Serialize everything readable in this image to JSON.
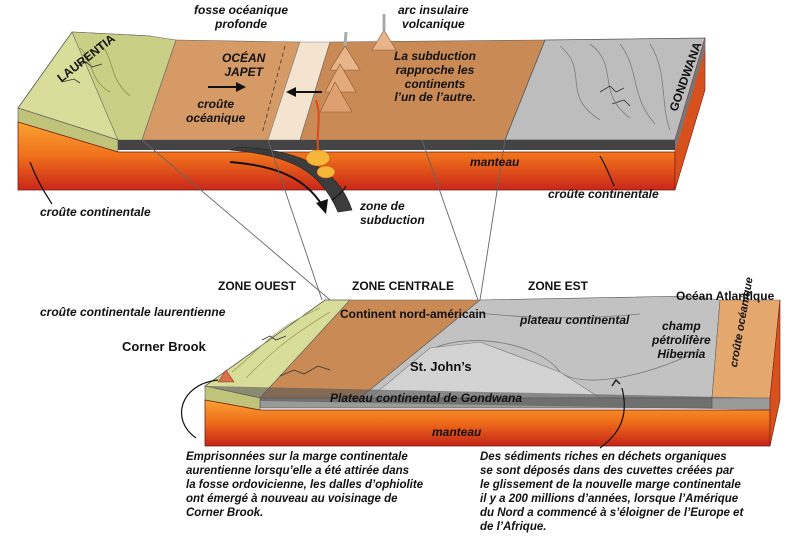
{
  "top": {
    "fosse": [
      "fosse océanique",
      "profonde"
    ],
    "arc": [
      "arc insulaire",
      "volcanique"
    ],
    "laurentia": "LAURENTIA",
    "ocean": [
      "OCÉAN",
      "JAPET"
    ],
    "croute_oceanique": [
      "croûte",
      "océanique"
    ],
    "subduction_note": [
      "La subduction",
      "rapproche les",
      "continents",
      "l’un de l’autre."
    ],
    "gondwana": "GONDWANA",
    "manteau": "manteau",
    "zone_subduction": [
      "zone de",
      "subduction"
    ],
    "croute_cont_left": "croûte continentale",
    "croute_cont_right": "croûte continentale"
  },
  "bottom": {
    "zone_ouest": "ZONE OUEST",
    "zone_centrale": "ZONE CENTRALE",
    "zone_est": "ZONE EST",
    "ocean_atlantique": "Océan Atlantique",
    "croute_laurentienne": "croûte continentale laurentienne",
    "continent_na": "Continent nord-américain",
    "plateau": "plateau continental",
    "champ": [
      "champ",
      "pétrolifère",
      "Hibernia"
    ],
    "corner_brook": "Corner Brook",
    "st_johns": "St. John’s",
    "croute_oceanique": "croûte océanique",
    "plateau_gondwana": "Plateau continental de Gondwana",
    "manteau": "manteau"
  },
  "captions": {
    "left": [
      "Emprisonnées sur la marge continentale",
      "aurentienne lorsqu’elle a été attirée dans",
      "la fosse ordovicienne, les dalles d’ophiolite",
      "ont émergé à nouveau au voisinage de",
      "Corner Brook."
    ],
    "right": [
      "Des sédiments riches en déchets organiques",
      "se sont déposés dans des cuvettes créées par",
      "le glissement de la nouvelle marge continentale",
      "il y a 200 millions d’années, lorsque l’Amérique",
      "du Nord a commencé à s’éloigner de l’Europe et",
      "de l’Afrique."
    ]
  },
  "colors": {
    "laurentia": "#d9dd9a",
    "ocean_crust": "#c98a55",
    "gondwana": "#b9b9b9",
    "mantle": "#f07a1c"
  }
}
